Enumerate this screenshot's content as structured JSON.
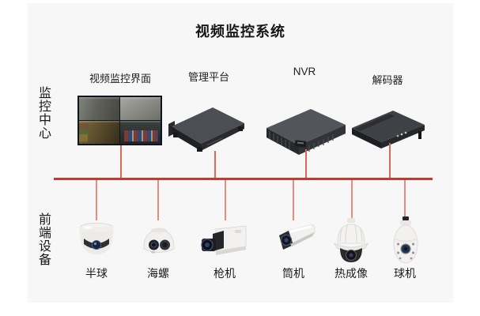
{
  "title": "视频监控系统",
  "colors": {
    "panel_bg": "#f7f7f7",
    "bus_line": "#c9392b",
    "branch_up": "#d96a59",
    "branch_down": "#e48d80"
  },
  "sections": {
    "monitoring_center": {
      "label": "监控中心"
    },
    "front_end": {
      "label": "前端设备"
    }
  },
  "top_devices": [
    {
      "label": "视频监控界面",
      "icon": "monitor-wall-icon"
    },
    {
      "label": "管理平台",
      "icon": "server-icon"
    },
    {
      "label": "NVR",
      "icon": "nvr-icon"
    },
    {
      "label": "解码器",
      "icon": "decoder-icon"
    }
  ],
  "cameras": [
    {
      "label": "半球",
      "icon": "dome-camera-icon"
    },
    {
      "label": "海螺",
      "icon": "turret-camera-icon"
    },
    {
      "label": "枪机",
      "icon": "box-camera-icon"
    },
    {
      "label": "筒机",
      "icon": "bullet-camera-icon"
    },
    {
      "label": "热成像",
      "icon": "thermal-camera-icon"
    },
    {
      "label": "球机",
      "icon": "ptz-camera-icon"
    }
  ]
}
